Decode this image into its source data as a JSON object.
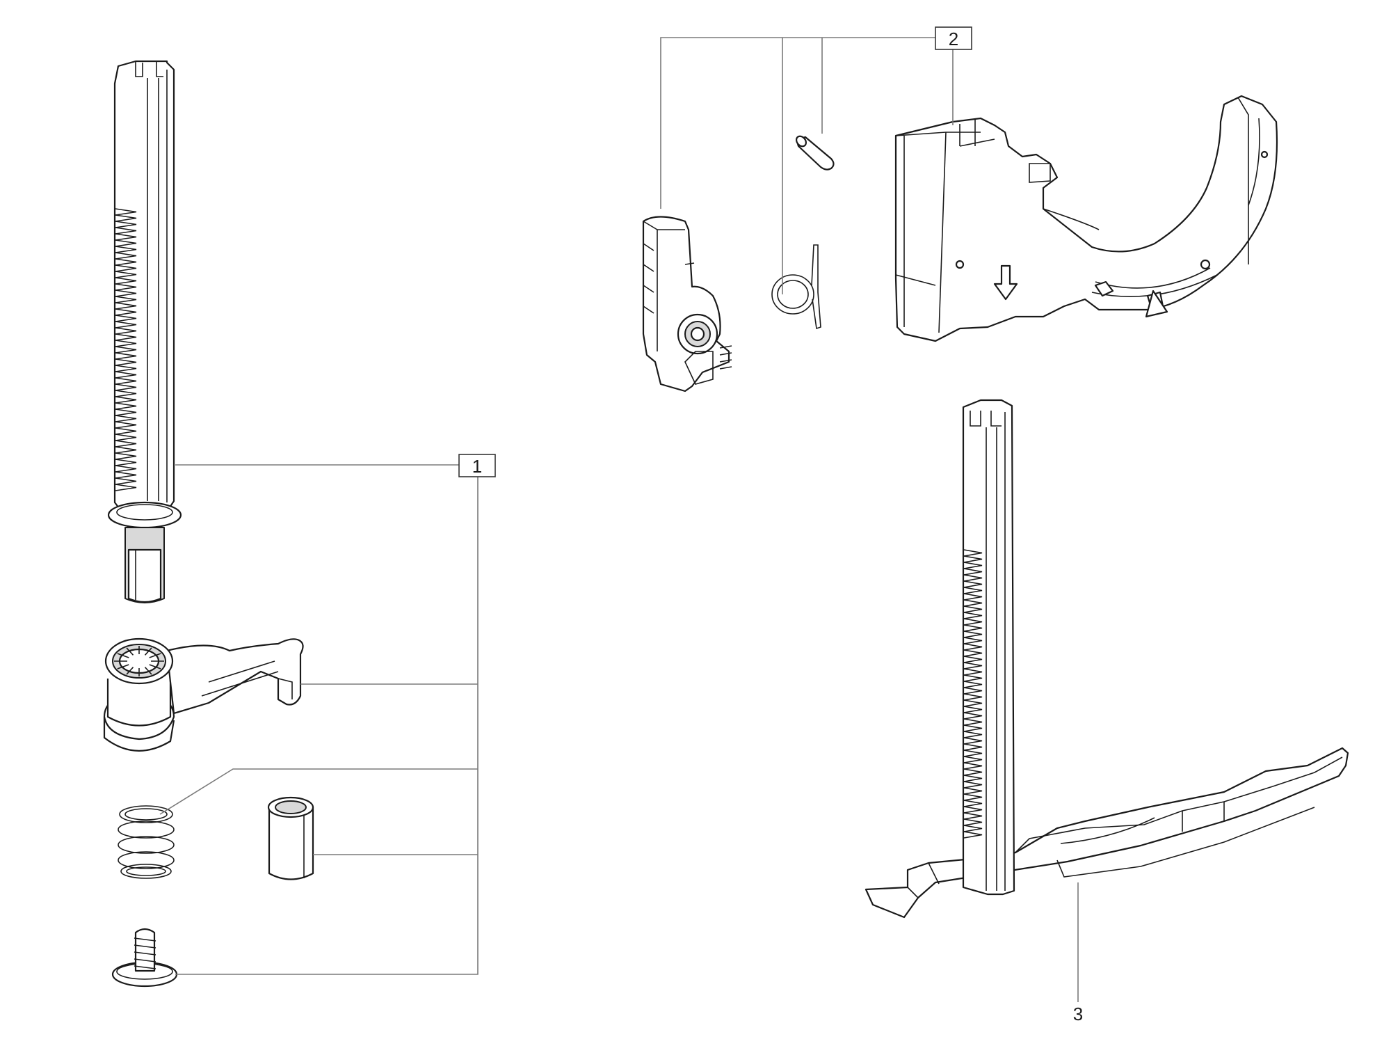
{
  "callouts": [
    {
      "id": "callout-1",
      "label": "1"
    },
    {
      "id": "callout-2",
      "label": "2"
    },
    {
      "id": "callout-3",
      "label": "3"
    }
  ],
  "colors": {
    "line": "#1a1a1a",
    "leader": "#7a7a7a",
    "shade": "#d9d9d9",
    "background": "#ffffff"
  }
}
